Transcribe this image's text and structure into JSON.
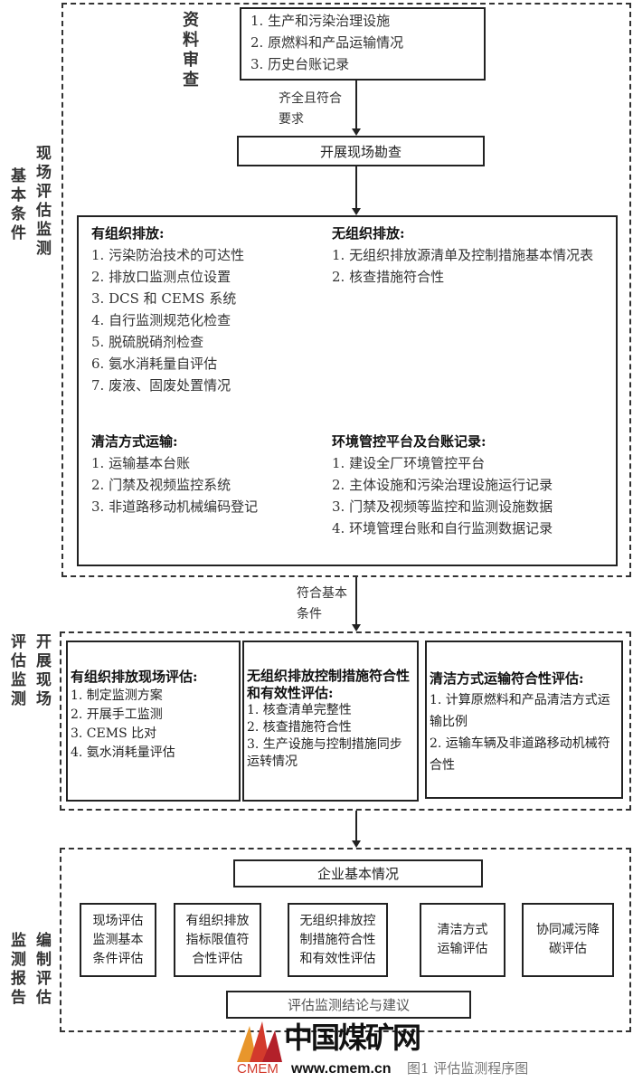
{
  "section1": {
    "side_label_right": "现场评估监测",
    "side_label_left": "基本条件",
    "review_label": "资料审查",
    "review_items": [
      "1. 生产和污染治理设施",
      "2. 原燃料和产品运输情况",
      "3. 历史台账记录"
    ],
    "arrow1_label": "齐全且符合要求",
    "survey_box": "开展现场勘查",
    "organized": {
      "title": "有组织排放:",
      "items": [
        "1. 污染防治技术的可达性",
        "2. 排放口监测点位设置",
        "3. DCS 和 CEMS 系统",
        "4. 自行监测规范化检查",
        "5. 脱硫脱硝剂检查",
        "6. 氨水消耗量自评估",
        "7. 废液、固废处置情况"
      ]
    },
    "unorganized": {
      "title": "无组织排放:",
      "items": [
        "1. 无组织排放源清单及控制措施基本情况表",
        "2. 核查措施符合性"
      ]
    },
    "clean_transport": {
      "title": "清洁方式运输:",
      "items": [
        "1. 运输基本台账",
        "2. 门禁及视频监控系统",
        "3. 非道路移动机械编码登记"
      ]
    },
    "platform": {
      "title": "环境管控平台及台账记录:",
      "items": [
        "1. 建设全厂环境管控平台",
        "2. 主体设施和污染治理设施运行记录",
        "3. 门禁及视频等监控和监测设施数据",
        "4. 环境管理台账和自行监测数据记录"
      ]
    }
  },
  "arrow2_label": "符合基本条件",
  "section2": {
    "side_label_right": "开展现场",
    "side_label_left": "评估监测",
    "boxes": [
      {
        "title": "有组织排放现场评估:",
        "items": [
          "1. 制定监测方案",
          "2. 开展手工监测",
          "3. CEMS 比对",
          "4. 氨水消耗量评估"
        ]
      },
      {
        "title": "无组织排放控制措施符合性和有效性评估:",
        "items": [
          "1. 核查清单完整性",
          "2. 核查措施符合性",
          "3. 生产设施与控制措施同步运转情况"
        ]
      },
      {
        "title": "清洁方式运输符合性评估:",
        "items": [
          "1. 计算原燃料和产品清洁方式运输比例",
          "2. 运输车辆及非道路移动机械符合性"
        ]
      }
    ]
  },
  "section3": {
    "side_label_right": "编制评估",
    "side_label_left": "监测报告",
    "top_box": "企业基本情况",
    "boxes": [
      "现场评估监测基本条件评估",
      "有组织排放指标限值符合性评估",
      "无组织排放控制措施符合性和有效性评估",
      "清洁方式运输评估",
      "协同减污降碳评估"
    ],
    "bottom_box": "评估监测结论与建议"
  },
  "caption": "图1 评估监测程序图",
  "watermark": {
    "name": "中国煤矿网",
    "brand": "CMEM",
    "url": "www.cmem.cn"
  }
}
